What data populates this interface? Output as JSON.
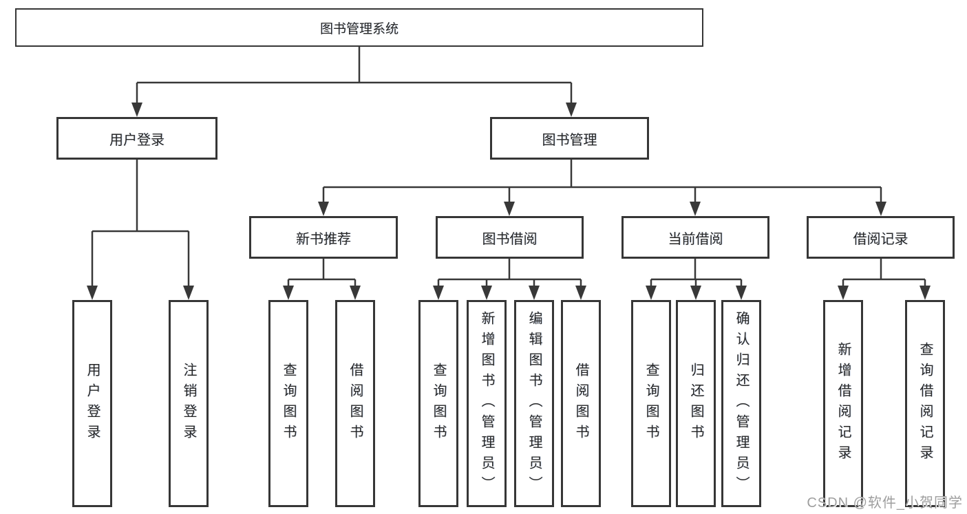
{
  "tree": {
    "root": {
      "label": "图书管理系统"
    },
    "children": [
      {
        "label": "用户登录",
        "children": [
          {
            "label": "用户登录"
          },
          {
            "label": "注销登录"
          }
        ]
      },
      {
        "label": "图书管理",
        "children": [
          {
            "label": "新书推荐",
            "children": [
              {
                "label": "查询图书"
              },
              {
                "label": "借阅图书"
              }
            ]
          },
          {
            "label": "图书借阅",
            "children": [
              {
                "label": "查询图书"
              },
              {
                "label": "新增图书（管理员）"
              },
              {
                "label": "编辑图书（管理员）"
              },
              {
                "label": "借阅图书"
              }
            ]
          },
          {
            "label": "当前借阅",
            "children": [
              {
                "label": "查询图书"
              },
              {
                "label": "归还图书"
              },
              {
                "label": "确认归还（管理员）"
              }
            ]
          },
          {
            "label": "借阅记录",
            "children": [
              {
                "label": "新增借阅记录"
              },
              {
                "label": "查询借阅记录"
              }
            ]
          }
        ]
      }
    ]
  },
  "watermark": {
    "text": "CSDN @软件_小贺同学"
  },
  "colors": {
    "line": "#383838",
    "box_border": "#363636",
    "box_fill": "#ffffff",
    "text": "#262626",
    "watermark": "#9e9e9e"
  }
}
